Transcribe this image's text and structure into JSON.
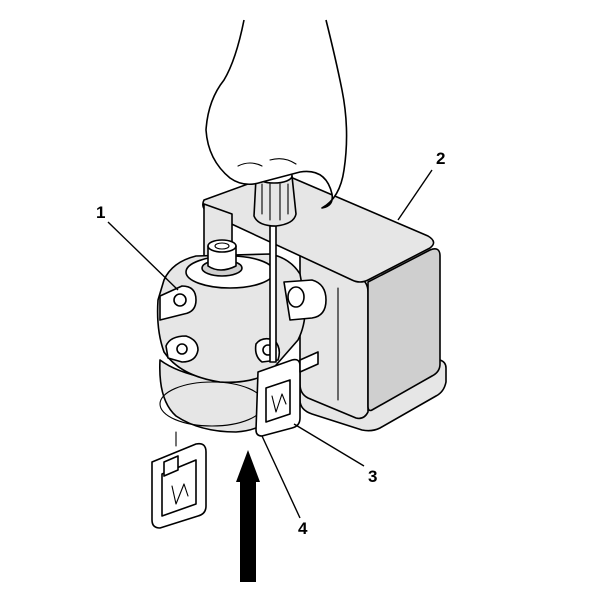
{
  "diagram": {
    "callouts": [
      {
        "id": "1",
        "label": "1"
      },
      {
        "id": "2",
        "label": "2"
      },
      {
        "id": "3",
        "label": "3"
      },
      {
        "id": "4",
        "label": "4"
      }
    ],
    "colors": {
      "ink": "#000000",
      "shade": "#e6e6e6",
      "shade_dark": "#cfcfcf",
      "background": "#ffffff"
    }
  }
}
